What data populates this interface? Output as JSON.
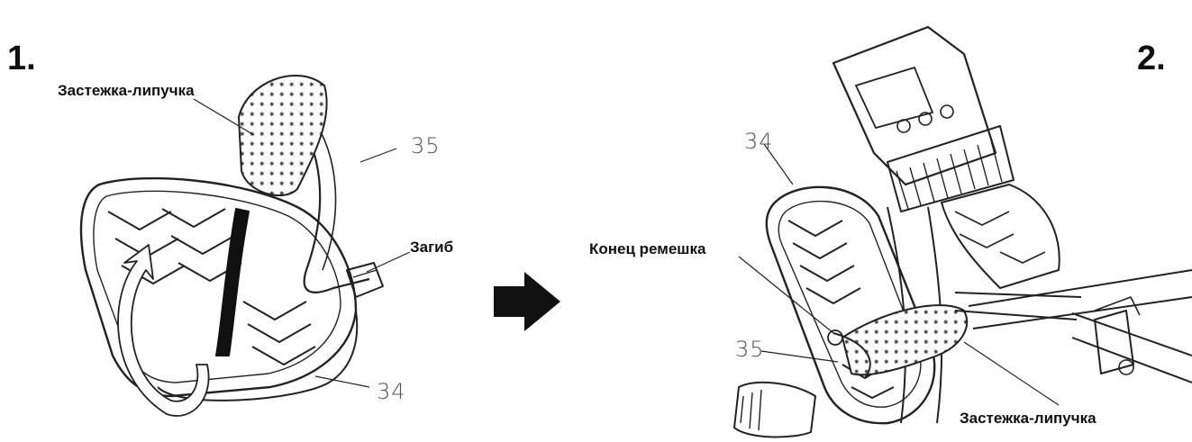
{
  "step1": {
    "number": "1.",
    "velcro_label": "Застежка-липучка",
    "part_strap": "35",
    "bend_label": "Загиб",
    "part_pedal": "34"
  },
  "step2": {
    "number": "2.",
    "part_pedal": "34",
    "strap_end_label": "Конец ремешка",
    "part_strap": "35",
    "velcro_label": "Застежка-липучка"
  },
  "arrow": {
    "icon": "right-arrow-icon",
    "color": "#111111"
  }
}
